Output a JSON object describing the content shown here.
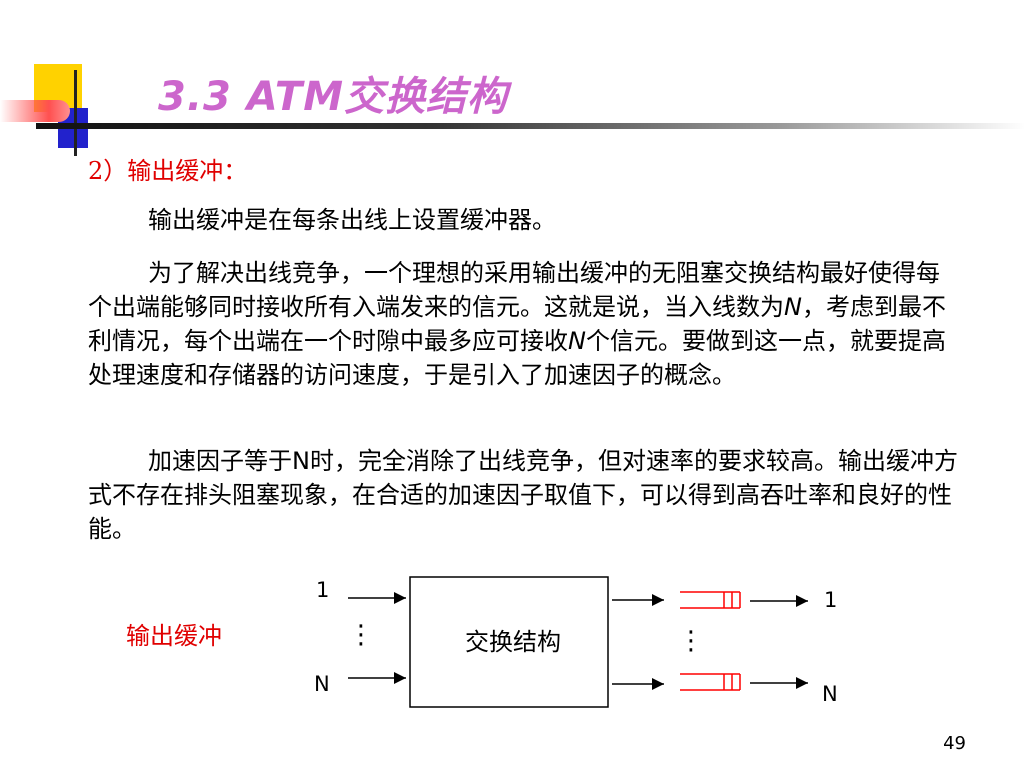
{
  "title": "3.3  ATM交换结构",
  "section_heading": "2）输出缓冲：",
  "paragraphs": {
    "p1": "输出缓冲是在每条出线上设置缓冲器。",
    "p2_a": "为了解决出线竞争，一个理想的采用输出缓冲的无阻塞交换结构最好使得每个出端能够同时接收所有入端发来的信元。这就是说，当入线数为",
    "p2_n1": "N",
    "p2_b": "，考虑到最不利情况，每个出端在一个时隙中最多应可接收",
    "p2_n2": "N",
    "p2_c": "个信元。要做到这一点，就要提高处理速度和存储器的访问速度，于是引入了加速因子的概念。",
    "p3_a": "加速因子等于",
    "p3_n": "N",
    "p3_b": "时，完全消除了出线竞争，但对速率的要求较高。输出缓冲方式不存在排头阻塞现象，在合适的加速因子取值下，可以得到高吞吐率和良好的性能。"
  },
  "diagram": {
    "side_label": "输出缓冲",
    "box_label": "交换结构",
    "input_first": "1",
    "input_last": "N",
    "output_first": "1",
    "output_last": "N",
    "ellipsis": "⋮",
    "buffer_color": "#ff0000"
  },
  "page_number": "49",
  "colors": {
    "title": "#cc66cc",
    "accent_red": "#e00000"
  }
}
